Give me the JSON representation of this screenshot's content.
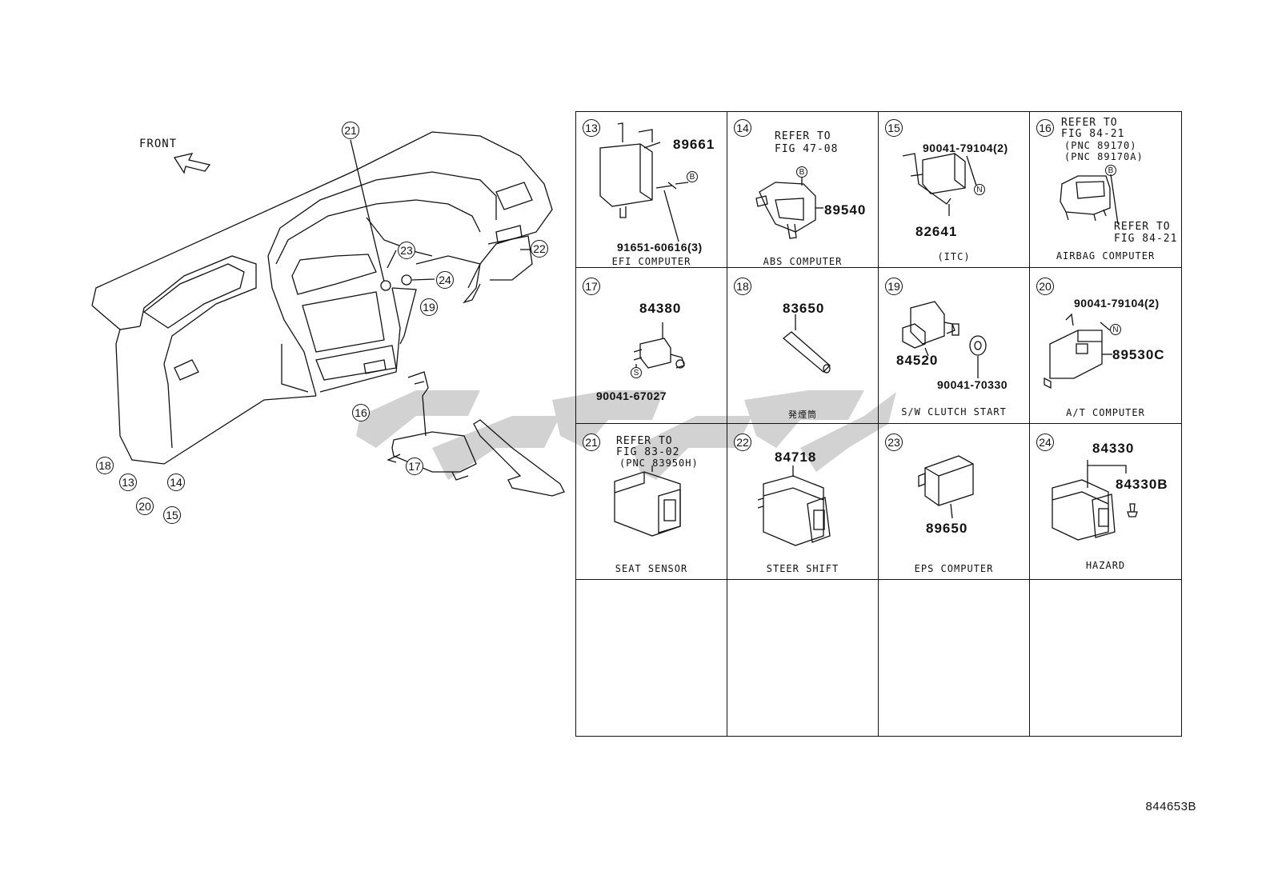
{
  "overview": {
    "front_label": "FRONT",
    "callouts": [
      "21",
      "23",
      "22",
      "24",
      "19",
      "16",
      "17",
      "18",
      "13",
      "14",
      "20",
      "15"
    ]
  },
  "cells": [
    {
      "num": "13",
      "parts": [
        "89661",
        "91651-60616(3)"
      ],
      "bubbles": [
        "B"
      ],
      "caption": "EFI COMPUTER"
    },
    {
      "num": "14",
      "ref": [
        "REFER TO",
        "FIG 47-08"
      ],
      "parts": [
        "89540"
      ],
      "bubbles": [
        "B"
      ],
      "caption": "ABS COMPUTER"
    },
    {
      "num": "15",
      "parts": [
        "90041-79104(2)",
        "82641"
      ],
      "bubbles": [
        "N"
      ],
      "caption": "(ITC)"
    },
    {
      "num": "16",
      "ref": [
        "REFER TO",
        "FIG 84-21",
        "(PNC 89170)",
        "(PNC 89170A)"
      ],
      "ref2": [
        "REFER TO",
        "FIG 84-21"
      ],
      "bubbles": [
        "B"
      ],
      "caption": "AIRBAG COMPUTER"
    },
    {
      "num": "17",
      "parts": [
        "84380",
        "90041-67027"
      ],
      "bubbles": [
        "S"
      ],
      "caption": ""
    },
    {
      "num": "18",
      "parts": [
        "83650"
      ],
      "caption": "発煙筒"
    },
    {
      "num": "19",
      "parts": [
        "84520",
        "90041-70330"
      ],
      "caption": "S/W CLUTCH START"
    },
    {
      "num": "20",
      "parts": [
        "90041-79104(2)",
        "89530C"
      ],
      "bubbles": [
        "N"
      ],
      "caption": "A/T COMPUTER"
    },
    {
      "num": "21",
      "ref": [
        "REFER TO",
        "FIG 83-02",
        "(PNC 83950H)"
      ],
      "caption": "SEAT SENSOR"
    },
    {
      "num": "22",
      "parts": [
        "84718"
      ],
      "caption": "STEER SHIFT"
    },
    {
      "num": "23",
      "parts": [
        "89650"
      ],
      "caption": "EPS COMPUTER"
    },
    {
      "num": "24",
      "parts": [
        "84330",
        "84330B"
      ],
      "caption": "HAZARD"
    }
  ],
  "footer_code": "844653B",
  "colors": {
    "line": "#111111",
    "watermark": "#cfcfcf",
    "background": "#ffffff"
  }
}
